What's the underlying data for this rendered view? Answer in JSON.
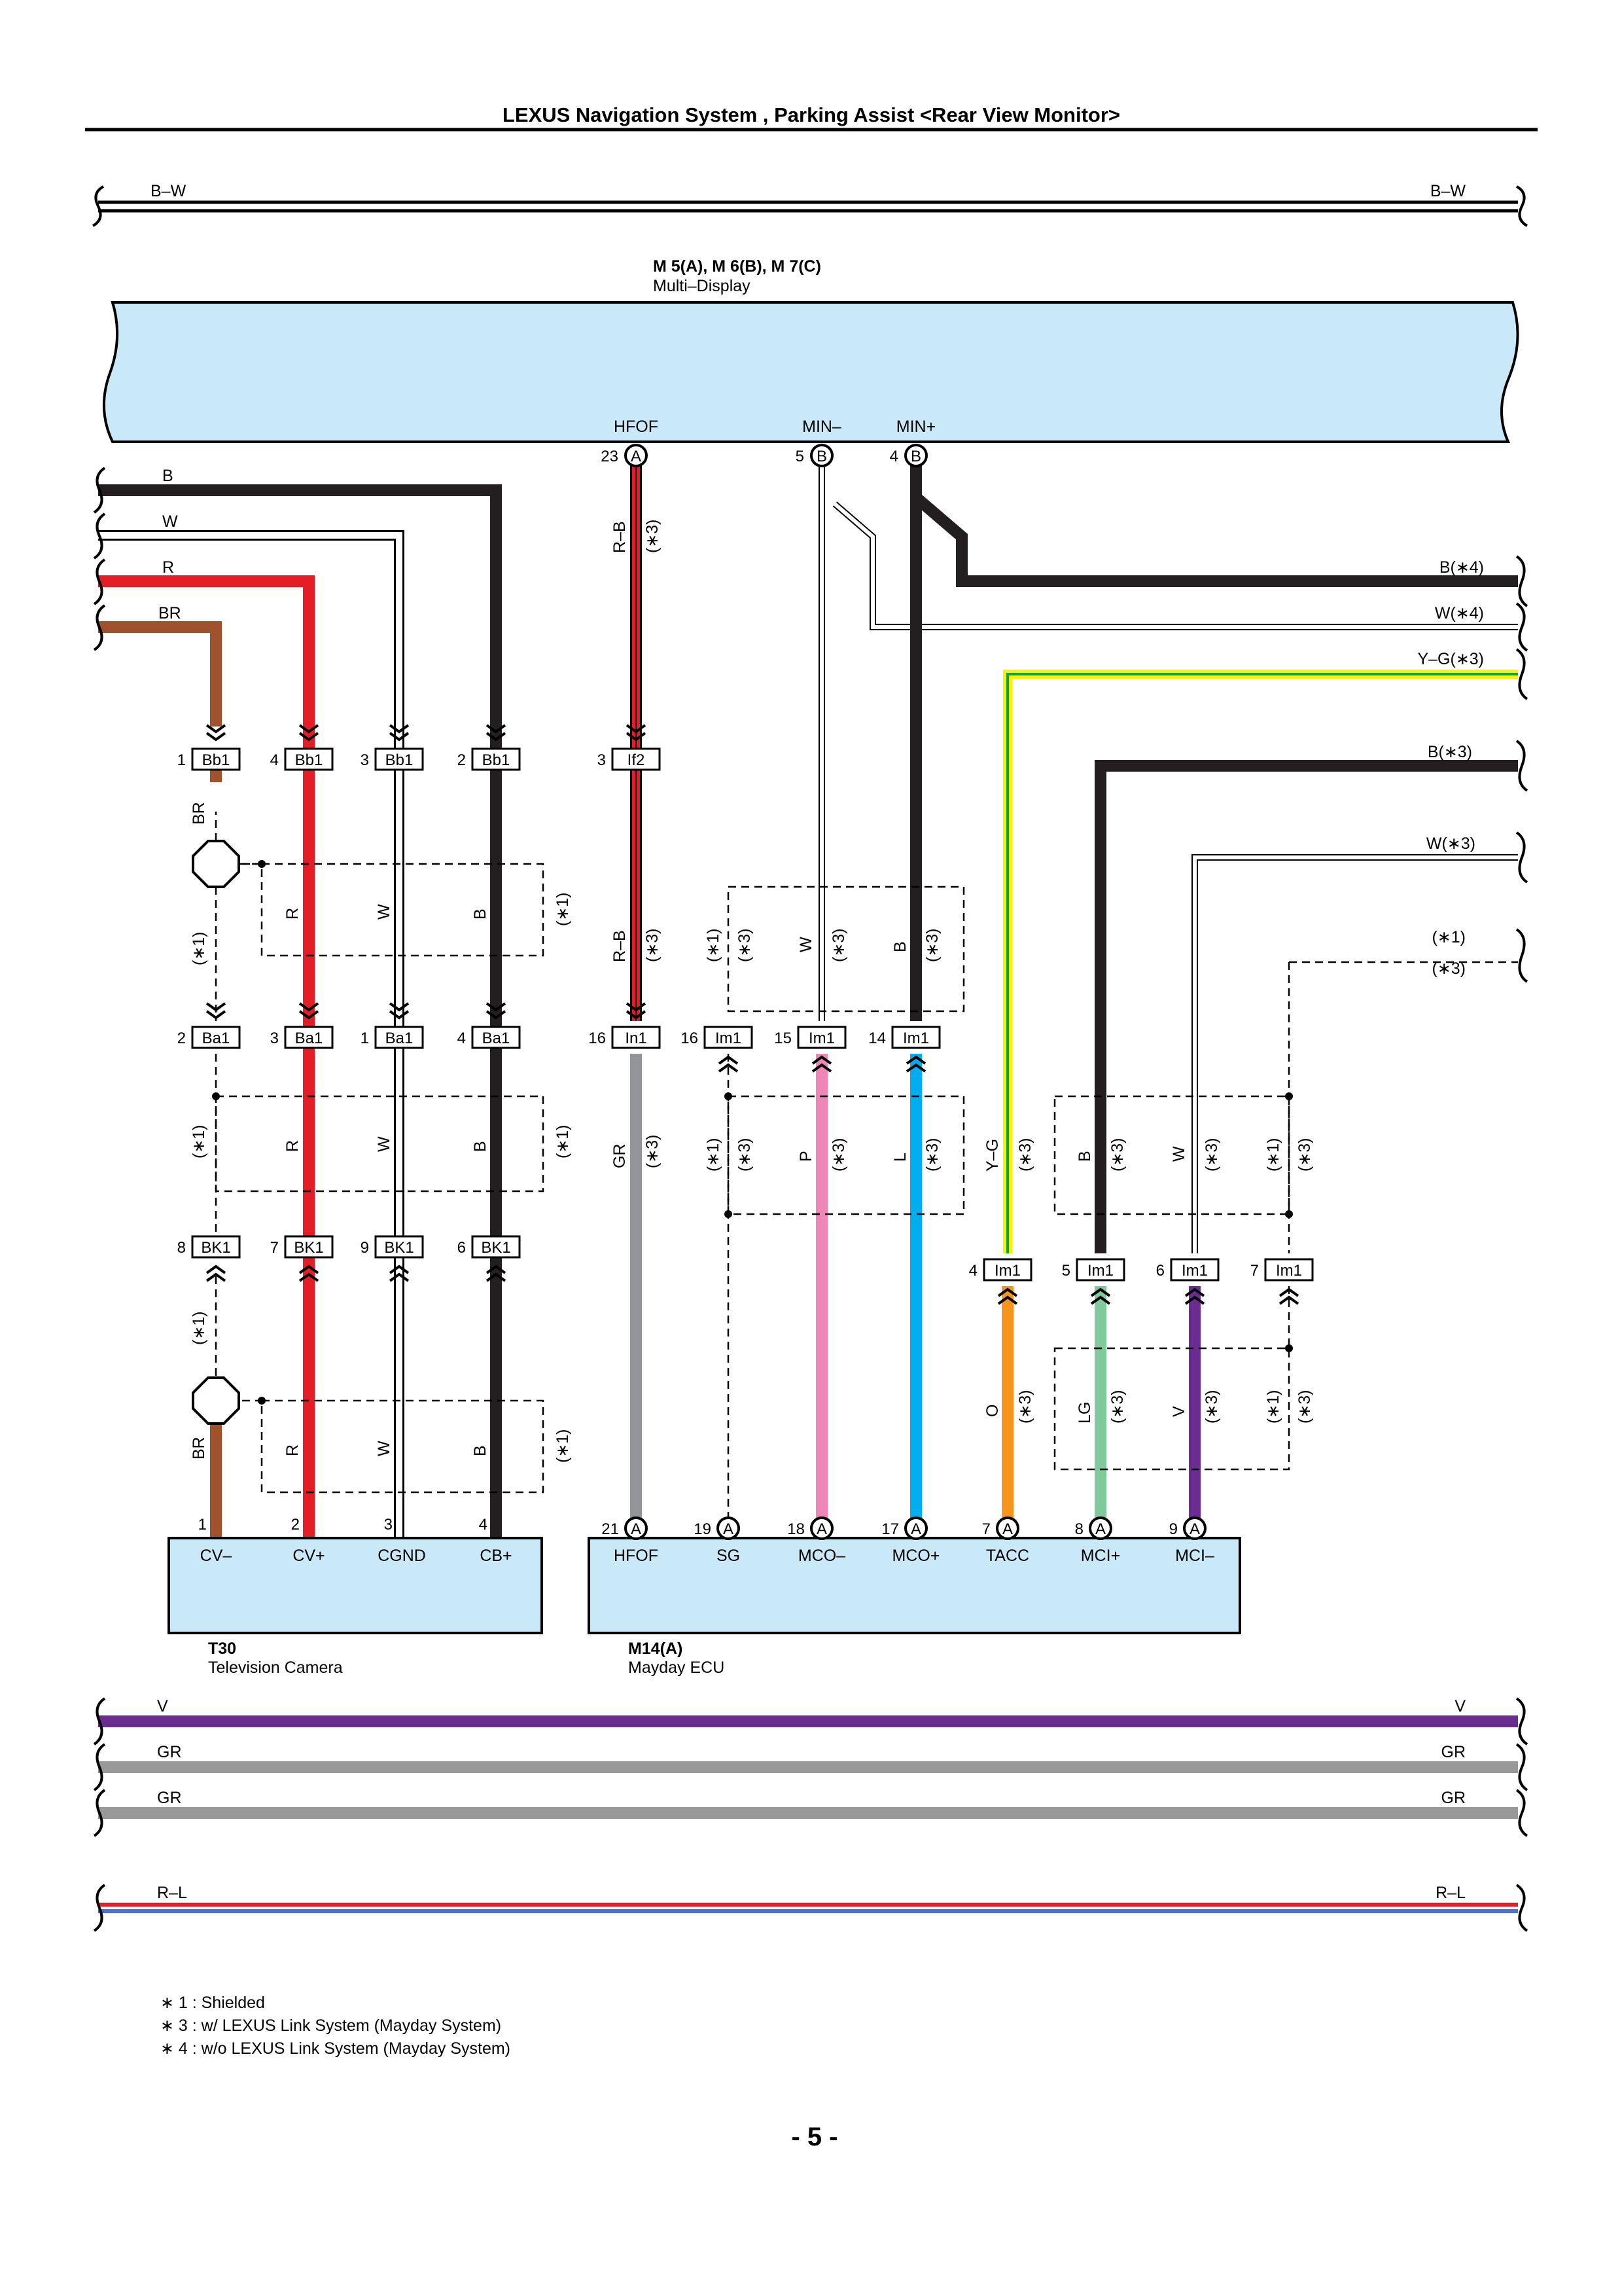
{
  "header": {
    "title": "LEXUS Navigation System , Parking Assist <Rear View Monitor>"
  },
  "bus_top": {
    "left": "B–W",
    "right": "B–W"
  },
  "multi_display": {
    "code": "M 5(A), M 6(B), M 7(C)",
    "name": "Multi–Display"
  },
  "md_terminals": [
    {
      "name": "HFOF",
      "pin": "23",
      "conn": "A"
    },
    {
      "name": "MIN–",
      "pin": "5",
      "conn": "B"
    },
    {
      "name": "MIN+",
      "pin": "4",
      "conn": "B"
    }
  ],
  "left_wires": [
    "B",
    "W",
    "R",
    "BR"
  ],
  "right_wires": [
    "B(∗4)",
    "W(∗4)",
    "Y–G(∗3)",
    "B(∗3)",
    "W(∗3)",
    "(∗1)",
    "(∗3)"
  ],
  "conn_bb": [
    {
      "pin": "1",
      "name": "Bb1"
    },
    {
      "pin": "4",
      "name": "Bb1"
    },
    {
      "pin": "3",
      "name": "Bb1"
    },
    {
      "pin": "2",
      "name": "Bb1"
    }
  ],
  "conn_ba": [
    {
      "pin": "2",
      "name": "Ba1"
    },
    {
      "pin": "3",
      "name": "Ba1"
    },
    {
      "pin": "1",
      "name": "Ba1"
    },
    {
      "pin": "4",
      "name": "Ba1"
    }
  ],
  "conn_bk": [
    {
      "pin": "8",
      "name": "BK1"
    },
    {
      "pin": "7",
      "name": "BK1"
    },
    {
      "pin": "9",
      "name": "BK1"
    },
    {
      "pin": "6",
      "name": "BK1"
    }
  ],
  "conn_if2": {
    "pin": "3",
    "name": "If2"
  },
  "conn_im_mid": [
    {
      "pin": "16",
      "name": "In1"
    },
    {
      "pin": "16",
      "name": "Im1"
    },
    {
      "pin": "15",
      "name": "Im1"
    },
    {
      "pin": "14",
      "name": "Im1"
    }
  ],
  "conn_im_low": [
    {
      "pin": "4",
      "name": "Im1"
    },
    {
      "pin": "5",
      "name": "Im1"
    },
    {
      "pin": "6",
      "name": "Im1"
    },
    {
      "pin": "7",
      "name": "Im1"
    }
  ],
  "wire_labels": {
    "camera_upper": [
      "BR",
      "R",
      "W",
      "B"
    ],
    "camera_mid": [
      "R",
      "W",
      "B"
    ],
    "camera_low": [
      "BR",
      "R",
      "W",
      "B"
    ],
    "rb": "R–B",
    "gr": "GR",
    "upper_wb": [
      "W",
      "B"
    ],
    "mid_pl": [
      "P",
      "L"
    ],
    "yg": "Y–G",
    "mid_bw": [
      "B",
      "W"
    ],
    "low_olgv": [
      "O",
      "LG",
      "V"
    ]
  },
  "notes_marks": {
    "s1": "(∗1)",
    "s3": "(∗3)"
  },
  "camera": {
    "code": "T30",
    "name": "Television Camera",
    "terminals": [
      {
        "pin": "1",
        "name": "CV–"
      },
      {
        "pin": "2",
        "name": "CV+"
      },
      {
        "pin": "3",
        "name": "CGND"
      },
      {
        "pin": "4",
        "name": "CB+"
      }
    ]
  },
  "mayday": {
    "code": "M14(A)",
    "name": "Mayday ECU",
    "terminals": [
      {
        "pin": "21",
        "name": "HFOF"
      },
      {
        "pin": "19",
        "name": "SG"
      },
      {
        "pin": "18",
        "name": "MCO–"
      },
      {
        "pin": "17",
        "name": "MCO+"
      },
      {
        "pin": "7",
        "name": "TACC"
      },
      {
        "pin": "8",
        "name": "MCI+"
      },
      {
        "pin": "9",
        "name": "MCI–"
      }
    ],
    "conn": "A"
  },
  "bus_bottom": [
    {
      "left": "V",
      "right": "V",
      "color": "#6a2c91"
    },
    {
      "left": "GR",
      "right": "GR",
      "color": "#999999"
    },
    {
      "left": "GR",
      "right": "GR",
      "color": "#999999"
    },
    {
      "left": "R–L",
      "right": "R–L",
      "color": "#e41e26"
    }
  ],
  "notes": [
    "∗ 1 : Shielded",
    "∗ 3 : w/ LEXUS Link System (Mayday System)",
    "∗ 4 : w/o LEXUS Link System (Mayday System)"
  ],
  "page_number": "- 5 -",
  "colors": {
    "black": "#231f20",
    "red": "#e41e26",
    "brown": "#a0522d",
    "white_wire": "#ffffff",
    "gray": "#939598",
    "pink": "#ee86b7",
    "blue": "#00aeef",
    "orange": "#f7941d",
    "lightgreen": "#7fc99b",
    "violet": "#6a2c91",
    "yellow": "#fff200",
    "green": "#00a651",
    "ecu_fill": "#c9e8f8"
  }
}
